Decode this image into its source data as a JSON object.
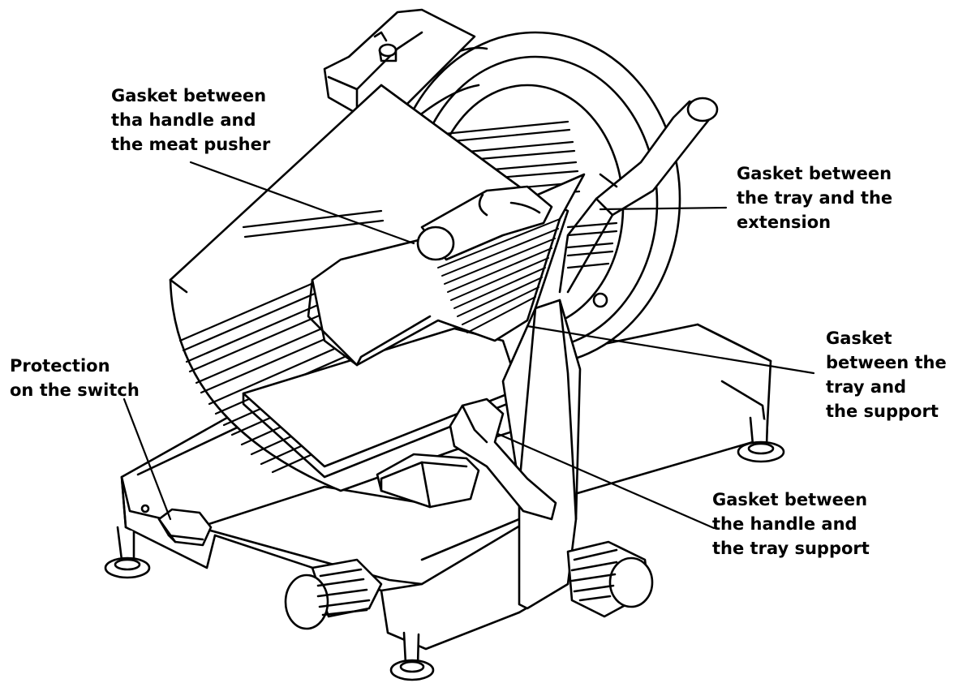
{
  "colors": {
    "ink": "#000000",
    "paper": "#ffffff",
    "shade": "#f2f2f2"
  },
  "labels": {
    "pusher": {
      "lines": [
        "Gasket between",
        "tha handle and",
        "the meat pusher"
      ]
    },
    "extension": {
      "lines": [
        "Gasket between",
        "the tray and the",
        "extension"
      ]
    },
    "support": {
      "lines": [
        "Gasket",
        "between the",
        "tray and",
        "the support"
      ]
    },
    "switch": {
      "lines": [
        "Protection",
        "on the switch"
      ]
    },
    "handle": {
      "lines": [
        "Gasket between",
        "the handle and",
        "the tray support"
      ]
    }
  }
}
